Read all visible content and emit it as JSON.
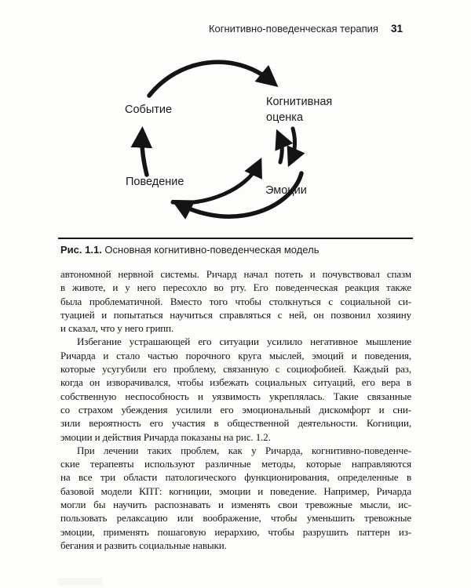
{
  "header": {
    "running_title": "Когнитивно-поведенческая терапия",
    "page_number": "31"
  },
  "figure": {
    "labels": {
      "event": "Событие",
      "appraisal_line1": "Когнитивная",
      "appraisal_line2": "оценка",
      "emotions": "Эмоции",
      "behavior": "Поведение"
    },
    "caption": {
      "prefix": "Рис. 1.1.",
      "text": " Основная когнитивно-поведенческая модель"
    }
  },
  "body": {
    "paragraphs": [
      {
        "indent": false,
        "lines": [
          "автономной нервной системы. Ричард начал потеть и почувствовал спазм",
          "в животе, и у него пересохло во рту. Его поведенческая реакция также",
          "была проблематичной. Вместо того чтобы столкнуться с социальной си-",
          "туацией и попытаться научиться справляться с ней, он позвонил хозяину",
          "и сказал, что у него грипп."
        ]
      },
      {
        "indent": true,
        "lines": [
          "Избегание устрашающей его ситуации усилило негативное мышление",
          "Ричарда и стало частью порочного круга мыслей, эмоций и поведения,",
          "которые усугубили его проблему, связанную с социофобией. Каждый раз,",
          "когда он изворачивался, чтобы избежать социальных ситуаций, его вера в",
          "собственную неспособность и уязвимость укреплялась. Такие связанные",
          "со страхом убеждения усилили его эмоциональный дискомфорт и сни-",
          "зили вероятность его участия в общественной деятельности. Когниции,",
          "эмоции и действия Ричарда показаны на рис. 1.2."
        ]
      },
      {
        "indent": true,
        "lines": [
          "При лечении таких проблем, как у Ричарда, когнитивно-поведенче-",
          "ские терапевты используют различные методы, которые направляются",
          "на все три области патологического функционирования, определенные в",
          "базовой модели КПТ: когниции, эмоции и поведение. Например, Ричарда",
          "могли бы научить распознавать и изменять свои тревожные мысли, ис-",
          "пользовать релаксацию или воображение, чтобы уменьшить тревожные",
          "эмоции, применять пошаговую иерархию, чтобы разрушить паттерн из-",
          "бегания и развить социальные навыки."
        ]
      }
    ]
  },
  "colors": {
    "ink": "#141414",
    "paper": "#fdfdfc"
  }
}
